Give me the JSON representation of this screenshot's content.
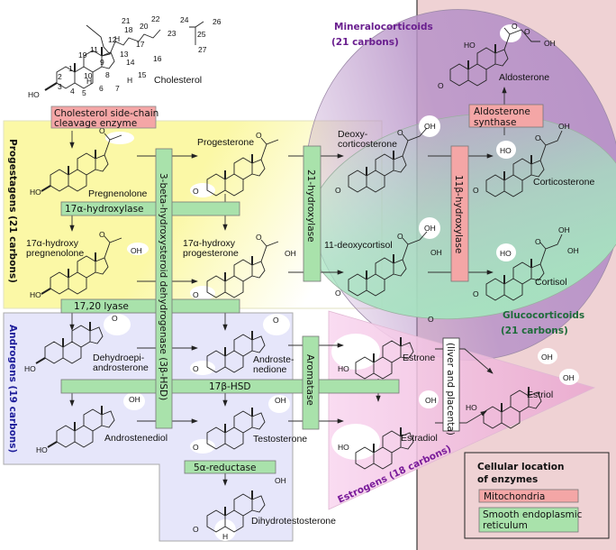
{
  "title": "Human steroidogenesis",
  "colors": {
    "progestagens_bg": "#fbf8a6",
    "androgens_bg": "#e6e6fa",
    "estrogens_bg": "#f9d8f0",
    "mineralocorticoids_bg": "#b893c8",
    "glucocorticoids_bg": "#a6e3c0",
    "adrenal_bg": "#efd2d4",
    "mitochondria": "#f4a6a6",
    "smooth_er": "#a9e2ab",
    "progestagens_text": "#111111",
    "androgens_text": "#1d1d9a",
    "estrogens_text": "#7a1c9a",
    "mineralocorticoids_text": "#6a1f8f",
    "glucocorticoids_text": "#1e6b3a"
  },
  "groups": {
    "progestagens": "Progestagens (21 carbons)",
    "androgens": "Androgens (19 carbons)",
    "estrogens": "Estrogens (18 carbons)",
    "mineralocorticoids_line1": "Mineralocorticoids",
    "mineralocorticoids_line2": "(21 carbons)",
    "glucocorticoids_line1": "Glucocorticoids",
    "glucocorticoids_line2": "(21 carbons)"
  },
  "molecules": {
    "cholesterol": "Cholesterol",
    "pregnenolone": "Pregnenolone",
    "hydroxypregnenolone_1": "17α-hydroxy",
    "hydroxypregnenolone_2": "pregnenolone",
    "dhea_1": "Dehydroepi-",
    "dhea_2": "androsterone",
    "androstenediol": "Androstenediol",
    "progesterone": "Progesterone",
    "hydroxyprogesterone_1": "17α-hydroxy",
    "hydroxyprogesterone_2": "progesterone",
    "androstenedione_1": "Androste-",
    "androstenedione_2": "nedione",
    "testosterone": "Testosterone",
    "dht": "Dihydrotestosterone",
    "deoxycorticosterone_1": "Deoxy-",
    "deoxycorticosterone_2": "corticosterone",
    "deoxycortisol": "11-deoxycortisol",
    "corticosterone": "Corticosterone",
    "cortisol": "Cortisol",
    "aldosterone": "Aldosterone",
    "estrone": "Estrone",
    "estradiol": "Estradiol",
    "estriol": "Estriol"
  },
  "enzymes": {
    "scc_1": "Cholesterol side-chain",
    "scc_2": "cleavage enzyme",
    "hydroxylase17a": "17α-hydroxylase",
    "lyase1720": "17,20 lyase",
    "hsd3b": "3-beta-hydroxysteroid dehydrogenase (3β-HSD)",
    "hydroxylase21": "21-hydroxylase",
    "hydroxylase11b": "11β-hydroxylase",
    "aldosterone_synthase_1": "Aldosterone",
    "aldosterone_synthase_2": "synthase",
    "hsd17b": "17β-HSD",
    "aromatase": "Aromatase",
    "reductase5a": "5α-reductase",
    "liver_placenta": "(liver and placenta)"
  },
  "atoms": {
    "ho": "HO",
    "oh": "OH",
    "o": "O",
    "h": "H"
  },
  "cholesterol_numbers": [
    "1",
    "2",
    "3",
    "4",
    "5",
    "6",
    "7",
    "8",
    "9",
    "10",
    "11",
    "12",
    "13",
    "14",
    "15",
    "16",
    "17",
    "18",
    "19",
    "20",
    "21",
    "22",
    "23",
    "24",
    "25",
    "26",
    "27"
  ],
  "legend": {
    "title_1": "Cellular location",
    "title_2": "of enzymes",
    "mitochondria": "Mitochondria",
    "ser_1": "Smooth endoplasmic",
    "ser_2": "reticulum"
  }
}
